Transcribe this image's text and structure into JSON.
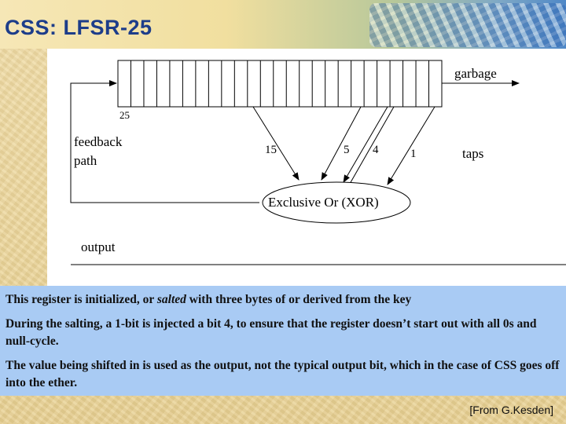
{
  "slide": {
    "title": "CSS: LFSR-25",
    "credit": "[From G.Kesden]"
  },
  "diagram": {
    "register_label": "25",
    "garbage_label": "garbage",
    "feedback_label_line1": "feedback",
    "feedback_label_line2": "path",
    "taps_label": "taps",
    "tap_positions": [
      "15",
      "5",
      "4",
      "1"
    ],
    "xor_label": "Exclusive Or (XOR)",
    "output_label": "output"
  },
  "notes": {
    "p1_before": "This register is initialized, or ",
    "p1_italic": "salted",
    "p1_after": " with three bytes of or derived from the key",
    "p2": "During the salting, a 1-bit is injected a bit 4, to ensure that the register doesn’t start out with all 0s and null-cycle.",
    "p3": "The value being shifted in is used as the output, not the typical output bit, which in the case of CSS goes off into the ether."
  },
  "colors": {
    "title": "#1d3d8a",
    "info_panel": "#a9cbf4",
    "diagram_panel": "#ffffff"
  }
}
